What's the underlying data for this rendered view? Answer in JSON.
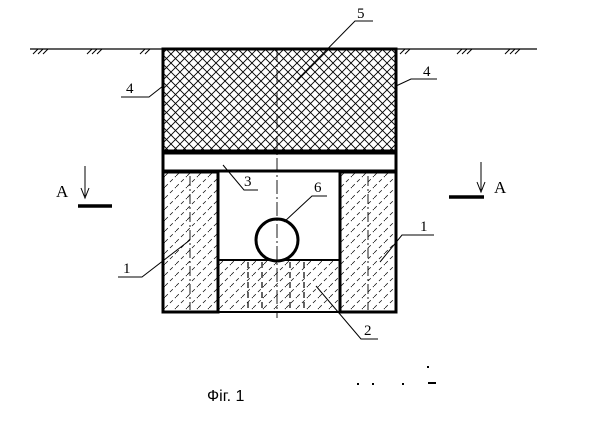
{
  "labels": {
    "l1": "1",
    "l2": "2",
    "l3": "3",
    "l4": "4",
    "l5": "5",
    "l6": "6",
    "section": "A"
  },
  "caption": "Фіг. 1"
}
